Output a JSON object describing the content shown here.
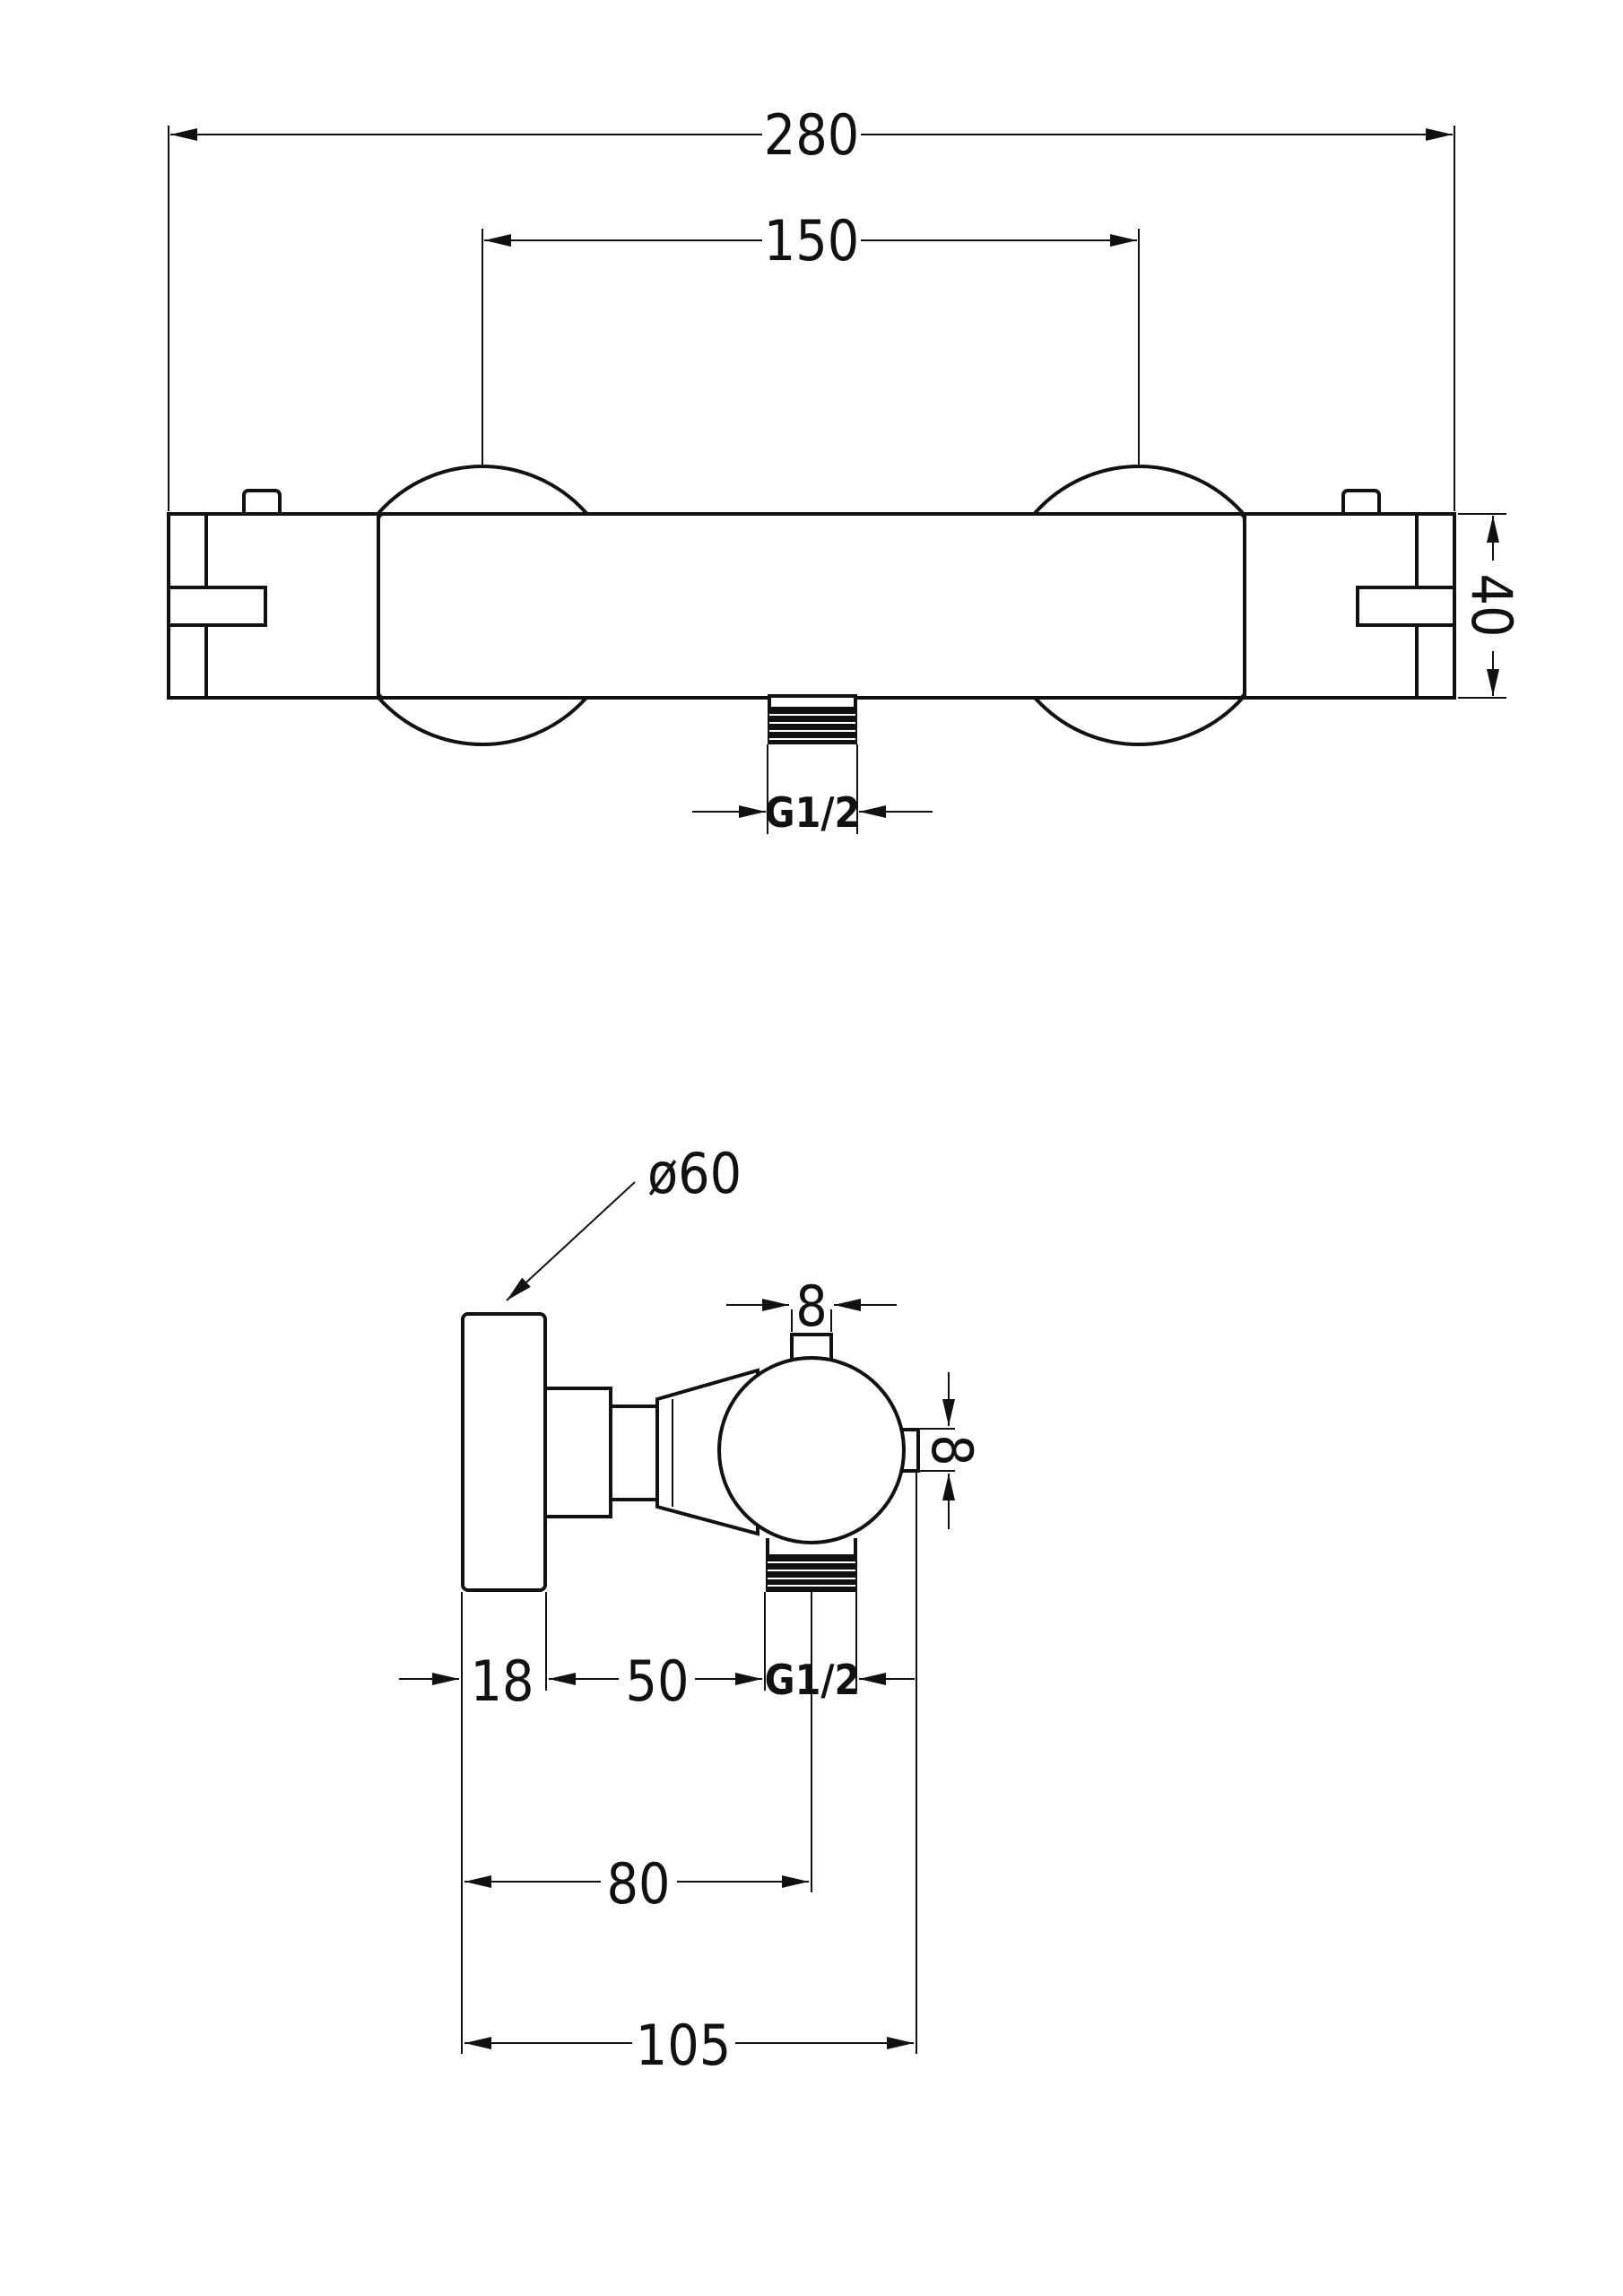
{
  "front_view": {
    "overall_length": "280",
    "inlet_spacing": "150",
    "body_height": "40",
    "outlet_thread": "G1/2"
  },
  "side_view": {
    "flange_diameter": "ø60",
    "pin_width": "8",
    "pin_height": "8",
    "flange_depth": "18",
    "connector_length": "50",
    "outlet_thread": "G1/2",
    "outlet_offset": "80",
    "overall_depth": "105"
  },
  "colors": {
    "line": "#111111",
    "background": "#ffffff"
  }
}
